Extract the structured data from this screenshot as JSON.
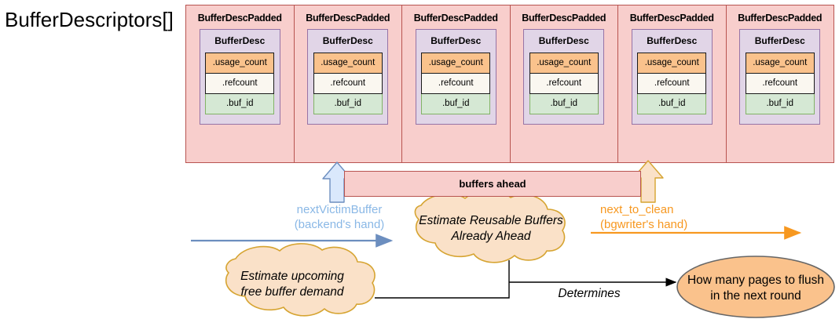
{
  "diagram": {
    "array_title": "BufferDescriptors[]",
    "padded_cells": [
      {
        "title": "BufferDescPadded",
        "inner_title": "BufferDesc",
        "fields": [
          ".usage_count",
          ".refcount",
          ".buf_id"
        ]
      },
      {
        "title": "BufferDescPadded",
        "inner_title": "BufferDesc",
        "fields": [
          ".usage_count",
          ".refcount",
          ".buf_id"
        ]
      },
      {
        "title": "BufferDescPadded",
        "inner_title": "BufferDesc",
        "fields": [
          ".usage_count",
          ".refcount",
          ".buf_id"
        ]
      },
      {
        "title": "BufferDescPadded",
        "inner_title": "BufferDesc",
        "fields": [
          ".usage_count",
          ".refcount",
          ".buf_id"
        ]
      },
      {
        "title": "BufferDescPadded",
        "inner_title": "BufferDesc",
        "fields": [
          ".usage_count",
          ".refcount",
          ".buf_id"
        ]
      },
      {
        "title": "BufferDescPadded",
        "inner_title": "BufferDesc",
        "fields": [
          ".usage_count",
          ".refcount",
          ".buf_id"
        ]
      }
    ],
    "buffers_ahead_label": "buffers ahead",
    "next_victim_buffer": {
      "line1": "nextVictimBuffer",
      "line2": "(backend's hand)",
      "full": "nextVictimBuffer\n(backend's hand)"
    },
    "next_to_clean": {
      "line1": "next_to_clean",
      "line2": "(bgwriter's hand)",
      "full": "next_to_clean\n(bgwriter's hand)"
    },
    "cloud_upcoming_demand": "Estimate upcoming\nfree buffer demand",
    "cloud_reusable_ahead": "Estimate Reusable Buffers\nAlready Ahead",
    "determines_label": "Determines",
    "result_ellipse": "How many pages to flush\nin the next round",
    "colors": {
      "padded_fill": "#f8cecc",
      "padded_stroke": "#b85450",
      "bufferdesc_fill": "#e1d5e7",
      "bufferdesc_stroke": "#9673a6",
      "usage_count_fill": "#fac28c",
      "refcount_fill": "#faf7f0",
      "buf_id_fill": "#d5e8d4",
      "buf_id_stroke": "#82b366",
      "backend_accent": "#8ab8e6",
      "bgwriter_accent": "#f79820",
      "cloud_fill": "#fae1c8",
      "cloud_stroke": "#d6a431",
      "ellipse_fill": "#fac28c",
      "ellipse_stroke": "#666666"
    }
  }
}
